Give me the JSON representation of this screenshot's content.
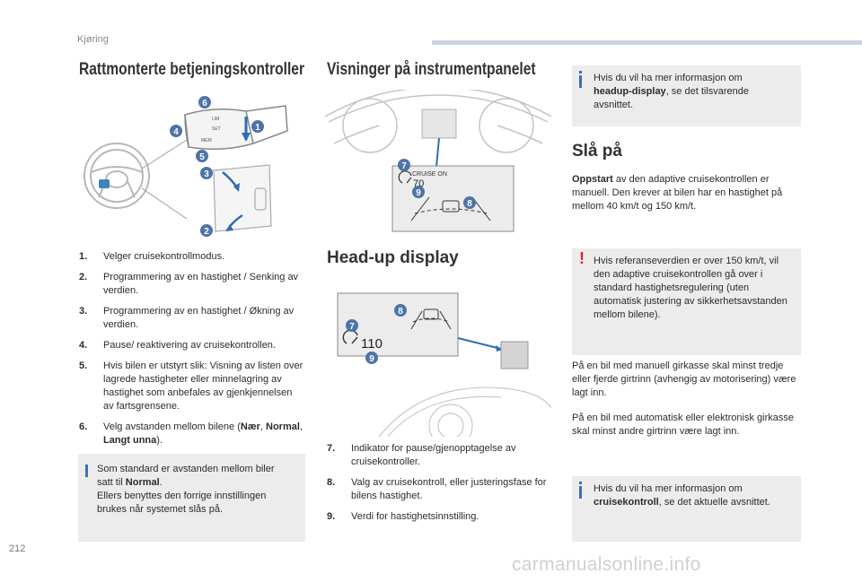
{
  "header": {
    "section": "Kjøring"
  },
  "footer": {
    "page_number": "212",
    "watermark": "carmanualsonline.info"
  },
  "left": {
    "title": "Rattmonterte betjeningskontroller",
    "items": [
      {
        "num": "1.",
        "text": "Velger cruisekontrollmodus."
      },
      {
        "num": "2.",
        "text": "Programmering av en hastighet / Senking av verdien."
      },
      {
        "num": "3.",
        "text": "Programmering av en hastighet / Økning av verdien."
      },
      {
        "num": "4.",
        "text": "Pause/ reaktivering av cruisekontrollen."
      },
      {
        "num": "5.",
        "text": "Hvis bilen er utstyrt slik: Visning av listen over lagrede hastigheter eller minnelagring av hastighet som anbefales av gjenkjennelsen av fartsgrensene."
      },
      {
        "num": "6.",
        "pre": "Velg avstanden mellom bilene (",
        "b1": "Nær",
        "sep1": ", ",
        "b2": "Normal",
        "sep2": ", ",
        "b3": "Langt unna",
        "post": ")."
      }
    ],
    "info": {
      "l1_pre": "Som standard er avstanden mellom biler",
      "l2_pre": "satt til ",
      "l2_bold": "Normal",
      "l2_post": ".",
      "l3": "Ellers benyttes den forrige innstillingen",
      "l4": "brukes når systemet slås på."
    },
    "figure_badges": [
      "6",
      "4",
      "1",
      "5",
      "3",
      "2"
    ]
  },
  "middle": {
    "title": "Visninger på instrumentpanelet",
    "panel": {
      "cruise_label": "CRUISE ON",
      "speed": "70"
    },
    "hud_title": "Head-up display",
    "hud": {
      "speed": "110"
    },
    "badges_panel": [
      "7",
      "9",
      "8"
    ],
    "badges_hud": [
      "8",
      "7",
      "9"
    ],
    "items": [
      {
        "num": "7.",
        "text": "Indikator for pause/gjenopptagelse av cruisekontroller."
      },
      {
        "num": "8.",
        "text": "Valg av cruisekontroll, eller justeringsfase for bilens hastighet."
      },
      {
        "num": "9.",
        "text": "Verdi for hastighetsinnstilling."
      }
    ]
  },
  "right": {
    "info_top": {
      "pre": "Hvis du vil ha mer informasjon om",
      "bold": "headup-display",
      "post": ", se det tilsvarende",
      "post2": "avsnittet."
    },
    "title": "Slå på",
    "para1": {
      "bold": "Oppstart",
      "rest": " av den adaptive cruisekontrollen er manuell. Den krever at bilen har en hastighet på mellom 40 km/t og 150 km/t."
    },
    "warning": "Hvis referanseverdien er over 150 km/t, vil den adaptive cruisekontrollen gå over i standard hastighetsregulering (uten automatisk justering av sikkerhetsavstanden mellom bilene).",
    "para2": "På en bil med manuell girkasse skal minst tredje eller fjerde girtrinn (avhengig av motorisering) være lagt inn.",
    "para3": "På en bil med automatisk eller elektronisk girkasse skal minst andre girtrinn være lagt inn.",
    "info_bottom": {
      "pre": "Hvis du vil ha mer informasjon om",
      "bold": "cruisekontroll",
      "post": ", se det aktuelle avsnittet."
    }
  },
  "colors": {
    "badge": "#4e74a6",
    "info_bar": "#3d6fb8",
    "warning": "#e0202a",
    "info_bg": "#ececec"
  }
}
